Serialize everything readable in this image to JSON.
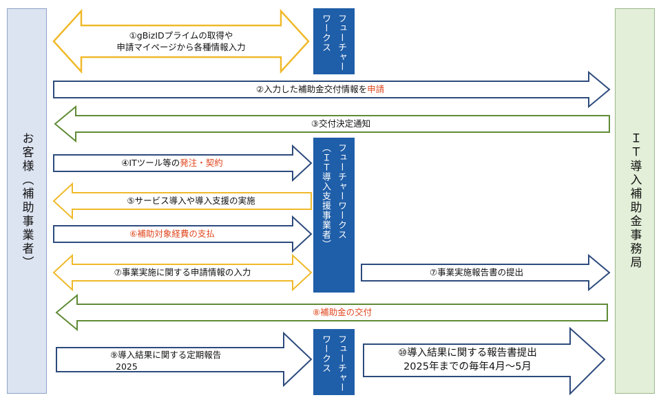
{
  "left_box": {
    "label": "お客様（補助事業者）"
  },
  "right_box": {
    "label": "ＩＴ導入補助金事務局"
  },
  "ft_boxes": {
    "ft1": {
      "line1": "フューチャー",
      "line2": "ワークス"
    },
    "ft2": {
      "line1": "フューチャーワークス",
      "line2": "（ＩＴ導入支援事業者）"
    },
    "ft3": {
      "line1": "フューチャー",
      "line2": "ワークス"
    }
  },
  "steps": {
    "s1": {
      "line1": "①gBizIDプライムの取得や",
      "line2": "申請マイページから各種情報入力"
    },
    "s2": {
      "text": "②入力した補助金交付情報を",
      "highlight": "申請"
    },
    "s3": {
      "text": "③交付決定通知"
    },
    "s4": {
      "text": "④ITツール等の",
      "highlight": "発注・契約"
    },
    "s5": {
      "text": "⑤サービス導入や導入支援の実施"
    },
    "s6": {
      "highlight": "⑥補助対象経費の支払"
    },
    "s7a": {
      "text": "⑦事業実施に関する申請情報の入力"
    },
    "s7b": {
      "text": "⑦事業実施報告書の提出"
    },
    "s8": {
      "highlight": "⑧補助金の交付"
    },
    "s9": {
      "line1": "⑨導入結果に関する定期報告",
      "line2": "2025"
    },
    "s10": {
      "line1": "⑩導入結果に関する報告書提出",
      "line2": "2025年までの毎年4月～5月"
    }
  },
  "colors": {
    "navy": "#2c4a7c",
    "yellow": "#f0b929",
    "green": "#5f8a35",
    "ft_blue": "#1f5ea8",
    "highlight": "#e0471f"
  }
}
